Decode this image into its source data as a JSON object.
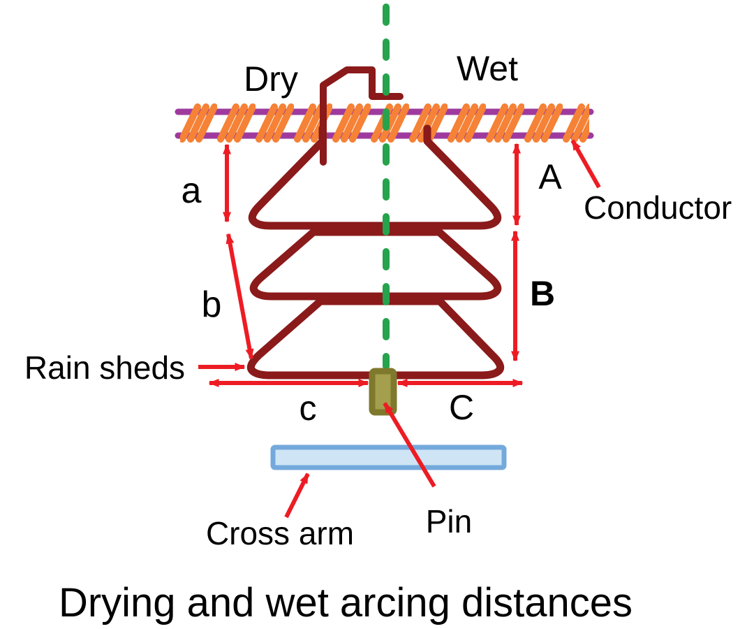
{
  "figure": {
    "title": "Drying and wet arcing distances",
    "region_labels": {
      "dry": "Dry",
      "wet": "Wet"
    },
    "part_labels": {
      "conductor": "Conductor",
      "rain_sheds": "Rain sheds",
      "cross_arm": "Cross arm",
      "pin": "Pin"
    },
    "dimension_labels": {
      "dry_upper": "a",
      "dry_lower": "b",
      "dry_bottom": "c",
      "wet_upper": "A",
      "wet_lower": "B",
      "wet_bottom": "C"
    }
  },
  "colors": {
    "background": "#FFFFFF",
    "text": "#000000",
    "insulator_outline": "#8B1A1A",
    "dimension_arrow": "#ED1C24",
    "center_axis": "#26A34C",
    "conductor_wire": "#9E3A9E",
    "conductor_hatch": "#F58236",
    "pin_fill": "#A49F4C",
    "pin_border": "#7E792C",
    "cross_arm_fill": "#CFE5F5",
    "cross_arm_border": "#74A9DC"
  }
}
